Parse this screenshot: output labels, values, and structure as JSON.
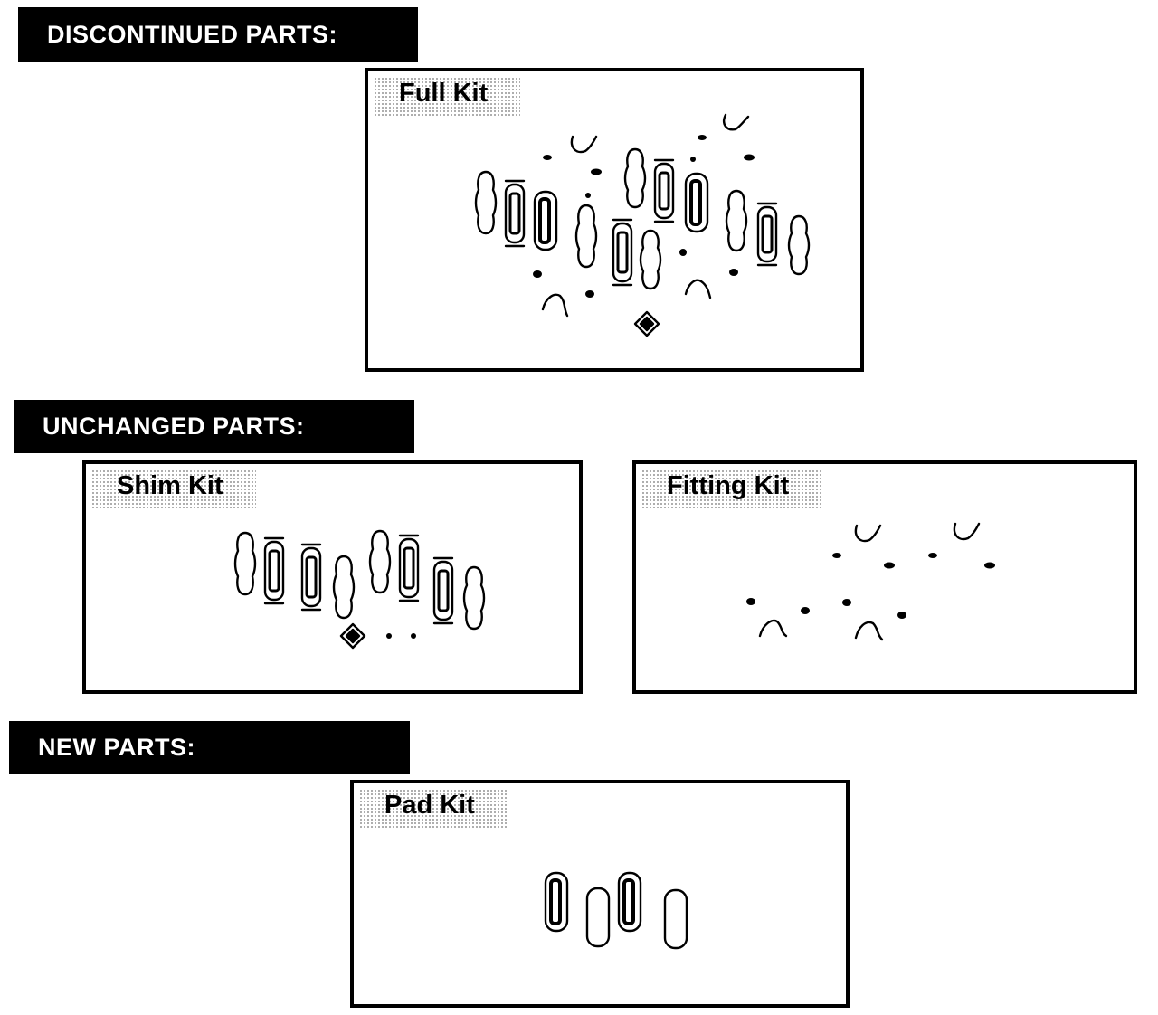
{
  "sections": {
    "discontinued": {
      "heading": "DISCONTINUED PARTS:"
    },
    "unchanged": {
      "heading": "UNCHANGED PARTS:"
    },
    "new": {
      "heading": "NEW PARTS:"
    }
  },
  "kits": {
    "full": {
      "label": "Full Kit"
    },
    "shim": {
      "label": "Shim Kit"
    },
    "fitting": {
      "label": "Fitting Kit"
    },
    "pad": {
      "label": "Pad Kit"
    }
  },
  "colors": {
    "ink": "#000000",
    "paper": "#ffffff",
    "label_screen": "#9a9a9a"
  },
  "icons": [
    "brake-pad-icon",
    "brake-shim-icon",
    "anti-rattle-clip-icon",
    "pin-clip-icon",
    "diamond-grease-icon",
    "dot-icon"
  ]
}
